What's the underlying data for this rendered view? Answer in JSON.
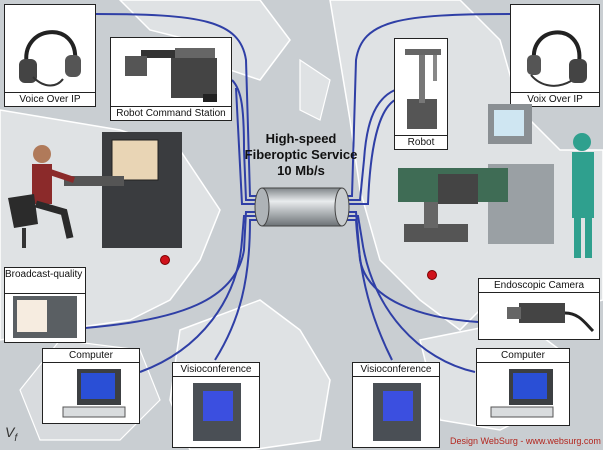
{
  "title": {
    "line1": "High-speed",
    "line2": "Fiberoptic Service",
    "line3": "10 Mb/s"
  },
  "labels": {
    "voice_left": "Voice Over IP",
    "robot_station": "Robot Command Station",
    "robot": "Robot",
    "voice_right": "Voix Over IP",
    "broadcast_monitor": "Broadcast-quality Video Monitor",
    "endoscopic_camera": "Endoscopic Camera",
    "computer_left": "Computer",
    "visio_left": "Visioconference",
    "visio_right": "Visioconference",
    "computer_right": "Computer"
  },
  "credit": "Design WebSurg - www.websurg.com",
  "mark": {
    "letter": "V",
    "sub": "f"
  },
  "colors": {
    "fiber": "#2f3fa6",
    "land": "#dfe2e4",
    "sea": "#c9ced2",
    "credit": "#b3261e",
    "dot": "#d0121b"
  }
}
